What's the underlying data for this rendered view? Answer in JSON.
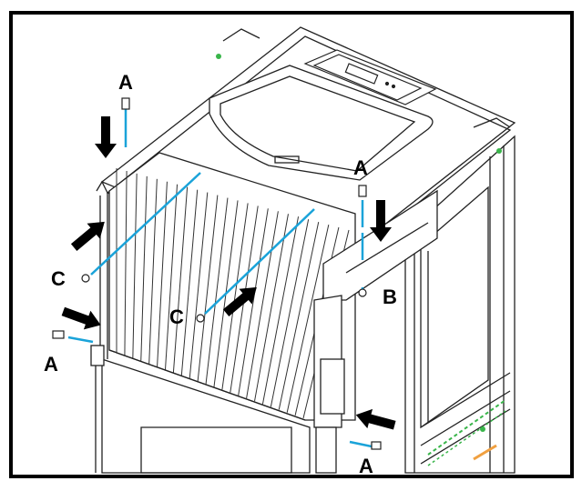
{
  "labels": {
    "a_top_left": "A",
    "a_top_right": "A",
    "a_mid_left": "A",
    "a_bottom_right": "A",
    "b": "B",
    "c_left": "C",
    "c_center": "C"
  },
  "colors": {
    "frame": "#000000",
    "line": "#222222",
    "accent_blue": "#1aa3d9",
    "arrow": "#000000",
    "green_marks": "#39b54a",
    "orange_mark": "#f0a040"
  }
}
